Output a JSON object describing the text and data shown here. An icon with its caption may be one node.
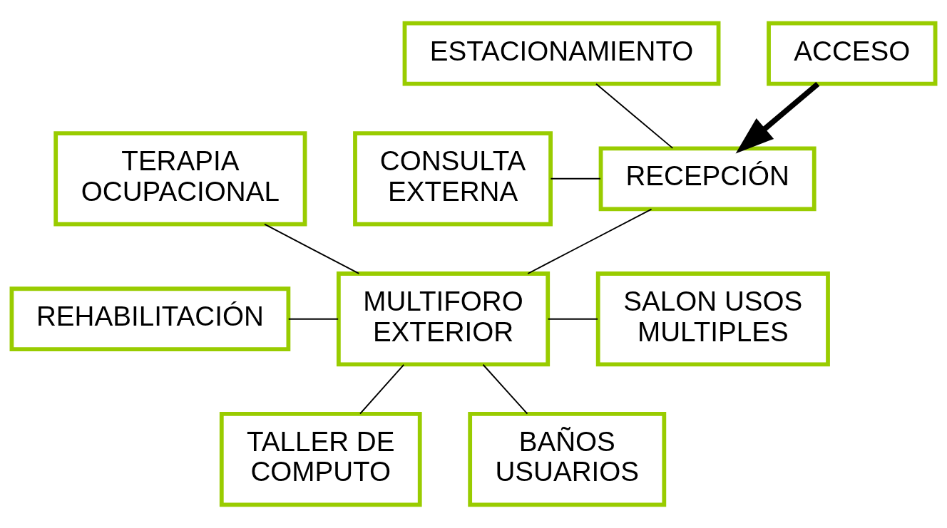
{
  "diagram": {
    "nodes": [
      {
        "text": [
          "ESTACIONAMIENTO"
        ]
      },
      {
        "text": [
          "ACCESO"
        ]
      },
      {
        "text": [
          "CONSULTA EXTERNA"
        ]
      },
      {
        "text": [
          "RECEPCIÓN"
        ]
      },
      {
        "text": [
          "REHABILITACIÓN"
        ]
      },
      {
        "text": [
          "MULTIFORO EXTERIOR"
        ]
      },
      {
        "text": [
          "SALON USOS MULTIPLES"
        ]
      },
      {
        "text": [
          "BAÑOS USUARIOS"
        ]
      },
      {
        "text": [
          "TERAPIA OCUPACIONAL"
        ]
      },
      {
        "text": [
          "TALLER DE COMPUTO"
        ]
      }
    ],
    "edges": [
      {
        "from": 1,
        "to": 3,
        "arrow": "to",
        "style": "thick"
      },
      {
        "from": 0,
        "to": 3,
        "arrow": "none"
      },
      {
        "from": 2,
        "to": 3,
        "arrow": "none"
      },
      {
        "from": 3,
        "to": 5,
        "arrow": "none"
      },
      {
        "from": 4,
        "to": 5,
        "arrow": "none"
      },
      {
        "from": 7,
        "to": 5,
        "arrow": "none"
      },
      {
        "from": 8,
        "to": 5,
        "arrow": "none"
      },
      {
        "from": 5,
        "to": 6,
        "arrow": "none"
      },
      {
        "from": 5,
        "to": 9,
        "arrow": "none"
      }
    ]
  }
}
